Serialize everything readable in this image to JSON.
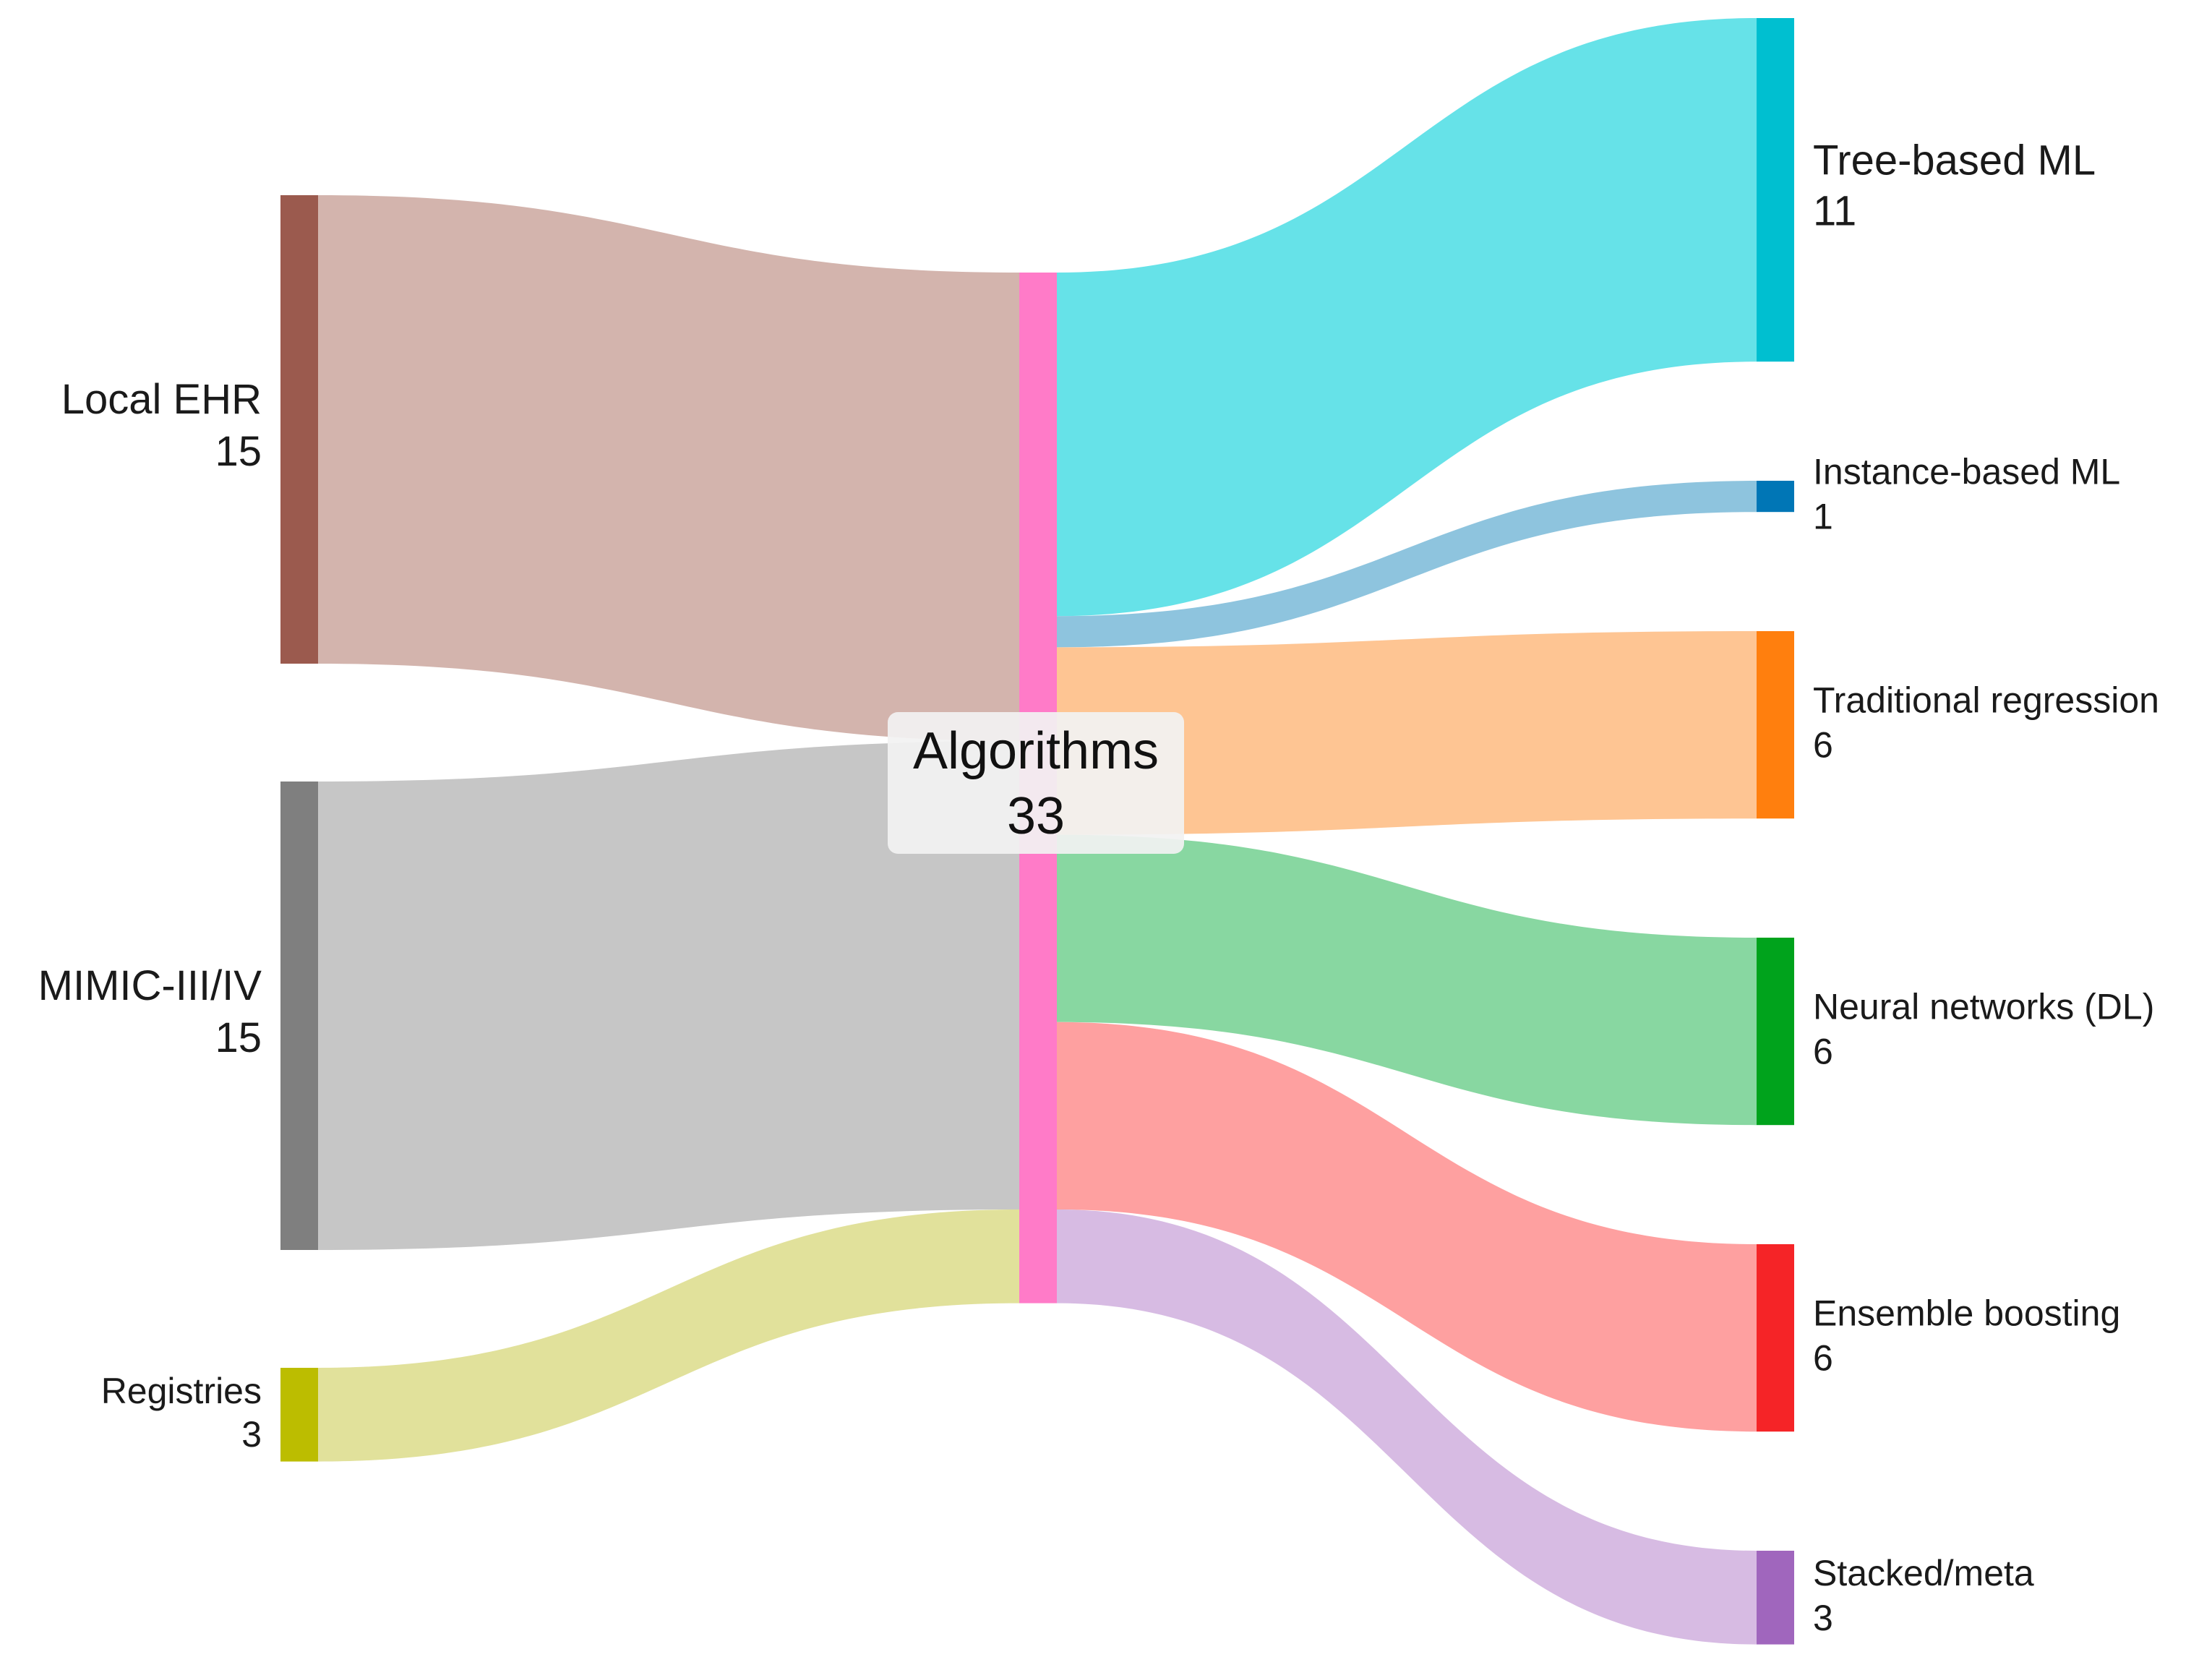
{
  "chart_data": {
    "type": "sankey",
    "hub": {
      "label": "Algorithms",
      "value": 33,
      "color": "#ff7bc8"
    },
    "sources": [
      {
        "label": "Local EHR",
        "value": 15,
        "node_color": "#9b5a4e",
        "link_color": "#d3b4ad"
      },
      {
        "label": "MIMIC-III/IV",
        "value": 15,
        "node_color": "#7f7f7f",
        "link_color": "#c6c6c6"
      },
      {
        "label": "Registries",
        "value": 3,
        "node_color": "#bcbd00",
        "link_color": "#e1e19b"
      }
    ],
    "targets": [
      {
        "label": "Tree-based ML",
        "value": 11,
        "node_color": "#00bfd0",
        "link_color": "#66e2e8"
      },
      {
        "label": "Instance-based ML",
        "value": 1,
        "node_color": "#0076b6",
        "link_color": "#8ec4de"
      },
      {
        "label": "Traditional regression",
        "value": 6,
        "node_color": "#ff7f0e",
        "link_color": "#fec593"
      },
      {
        "label": "Neural networks (DL)",
        "value": 6,
        "node_color": "#00a31c",
        "link_color": "#88d7a1"
      },
      {
        "label": "Ensemble boosting",
        "value": 6,
        "node_color": "#f52427",
        "link_color": "#fea0a0"
      },
      {
        "label": "Stacked/meta",
        "value": 3,
        "node_color": "#a066bd",
        "link_color": "#d7bbe3"
      }
    ]
  }
}
